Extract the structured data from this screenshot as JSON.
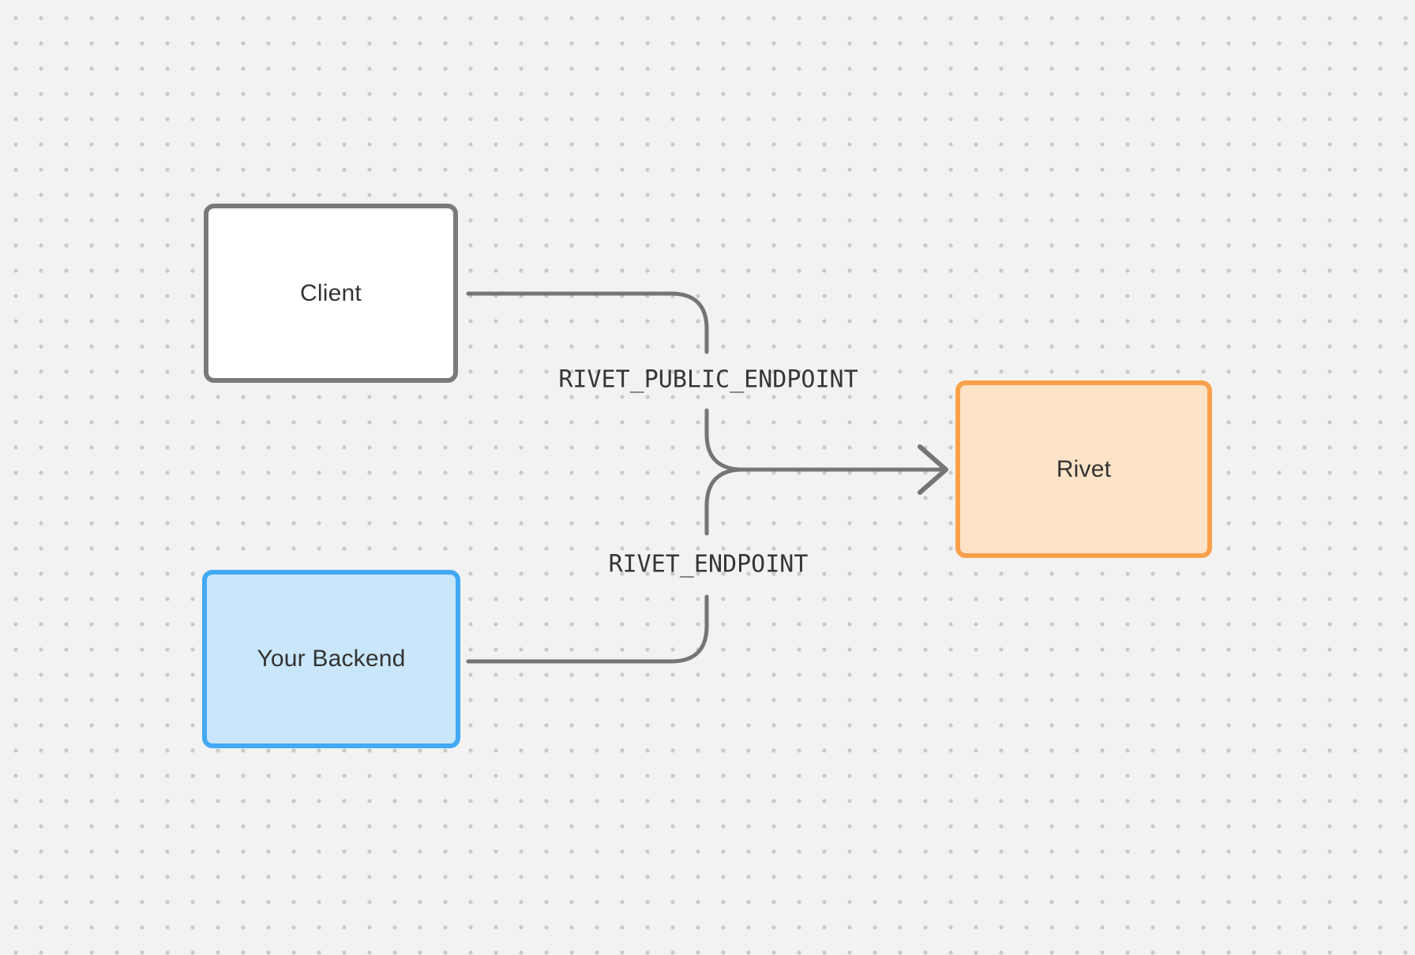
{
  "colors": {
    "bg": "#f2f2f2",
    "dot": "#c9c9c9",
    "connector": "#757575",
    "ink": "#333333",
    "mono-ink": "#363636",
    "client-fill": "#ffffff",
    "client-border": "#7a7a7a",
    "backend-fill": "#c9e6fb",
    "backend-border": "#42a9f5",
    "rivet-fill": "#fde3c7",
    "rivet-border": "#f9a04b"
  },
  "nodes": {
    "client": {
      "label": "Client"
    },
    "backend": {
      "label": "Your Backend"
    },
    "rivet": {
      "label": "Rivet"
    }
  },
  "edges": {
    "public": {
      "label": "RIVET_PUBLIC_ENDPOINT"
    },
    "backend": {
      "label": "RIVET_ENDPOINT"
    }
  }
}
